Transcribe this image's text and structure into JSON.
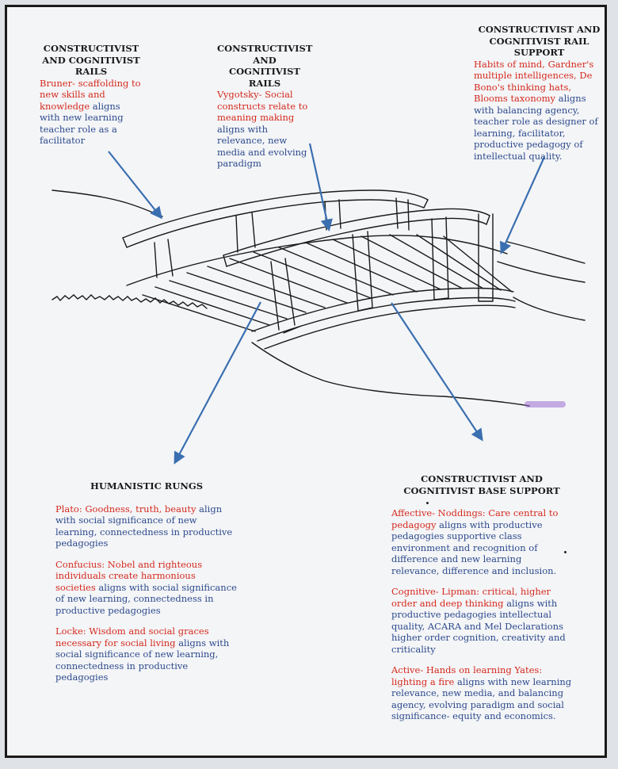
{
  "blocks": {
    "rails_left": {
      "heading": "CONSTRUCTIVIST AND COGNITIVIST RAILS",
      "red": "Bruner- scaffolding to new skills and knowledge",
      "blue": " aligns with new learning teacher role as a facilitator"
    },
    "rails_mid": {
      "heading": "CONSTRUCTIVIST AND COGNITIVIST RAILS",
      "red": "Vygotsky- Social constructs relate to meaning making",
      "blue": " aligns with relevance, new media and evolving paradigm"
    },
    "rail_support": {
      "heading": "CONSTRUCTIVIST AND COGNITIVIST RAIL SUPPORT",
      "red": "Habits of mind, Gardner's multiple intelligences, De Bono's thinking hats, Blooms taxonomy",
      "blue": " aligns with balancing agency, teacher role as designer of learning, facilitator, productive pedagogy of intellectual quality."
    },
    "humanistic": {
      "heading": "HUMANISTIC RUNGS",
      "items": [
        {
          "red": "Plato: Goodness, truth, beauty",
          "blue": " align with social significance of new learning, connectedness in productive pedagogies"
        },
        {
          "red": "Confucius: Nobel and righteous individuals create harmonious societies",
          "blue": " aligns with social significance of new learning, connectedness in productive pedagogies"
        },
        {
          "red": "Locke: Wisdom and social graces necessary for social living",
          "blue": " aligns with social significance of new learning, connectedness in productive pedagogies"
        }
      ]
    },
    "base_support": {
      "heading": "CONSTRUCTIVIST AND COGNITIVIST BASE SUPPORT",
      "items": [
        {
          "red": "Affective- Noddings: Care central to pedagogy",
          "blue": " aligns with productive pedagogies supportive class environment and recognition of difference and new learning relevance, difference and inclusion."
        },
        {
          "red": "Cognitive- Lipman: critical, higher order and deep thinking",
          "blue": " aligns with productive pedagogies intellectual quality, ACARA and Mel Declarations higher order cognition, creativity and criticality"
        },
        {
          "red": "Active- Hands on learning Yates: lighting a fire",
          "blue": " aligns with new learning relevance, new media, and balancing agency, evolving paradigm and social significance- equity and economics."
        }
      ]
    }
  },
  "colors": {
    "red": "#d42a1e",
    "blue": "#2c4a8c",
    "arrow": "#3a6fb0",
    "line": "#1a1a1a"
  }
}
